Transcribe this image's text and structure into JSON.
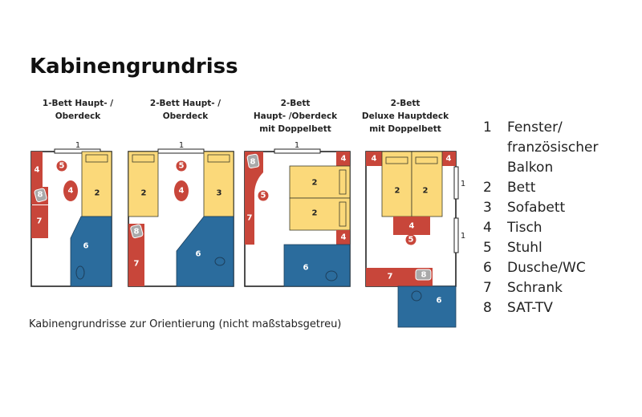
{
  "title": "Kabinengrundriss",
  "caption": "Kabinengrundrisse zur Orientierung (nicht maßstabsgetreu)",
  "plans": [
    {
      "heading": [
        "1-Bett Haupt- /",
        "Oberdeck"
      ]
    },
    {
      "heading": [
        "2-Bett Haupt- /",
        "Oberdeck"
      ]
    },
    {
      "heading": [
        "2-Bett",
        "Haupt- /Oberdeck",
        "mit Doppelbett"
      ]
    },
    {
      "heading": [
        "2-Bett",
        "Deluxe Hauptdeck",
        "mit Doppelbett"
      ]
    }
  ],
  "markers": {
    "window": "1",
    "bed": "2",
    "sofabed": "3",
    "table": "4",
    "chair": "5",
    "shower": "6",
    "wardrobe": "7",
    "tv": "8"
  },
  "legend": [
    {
      "num": "1",
      "label": [
        "Fenster/",
        "französischer",
        "Balkon"
      ]
    },
    {
      "num": "2",
      "label": [
        "Bett"
      ]
    },
    {
      "num": "3",
      "label": [
        "Sofabett"
      ]
    },
    {
      "num": "4",
      "label": [
        "Tisch"
      ]
    },
    {
      "num": "5",
      "label": [
        "Stuhl"
      ]
    },
    {
      "num": "6",
      "label": [
        "Dusche/WC"
      ]
    },
    {
      "num": "7",
      "label": [
        "Schrank"
      ]
    },
    {
      "num": "8",
      "label": [
        "SAT-TV"
      ]
    }
  ],
  "colors": {
    "furniture": "#c8463a",
    "bed": "#fbd97a",
    "bathroom": "#2b6c9d"
  }
}
